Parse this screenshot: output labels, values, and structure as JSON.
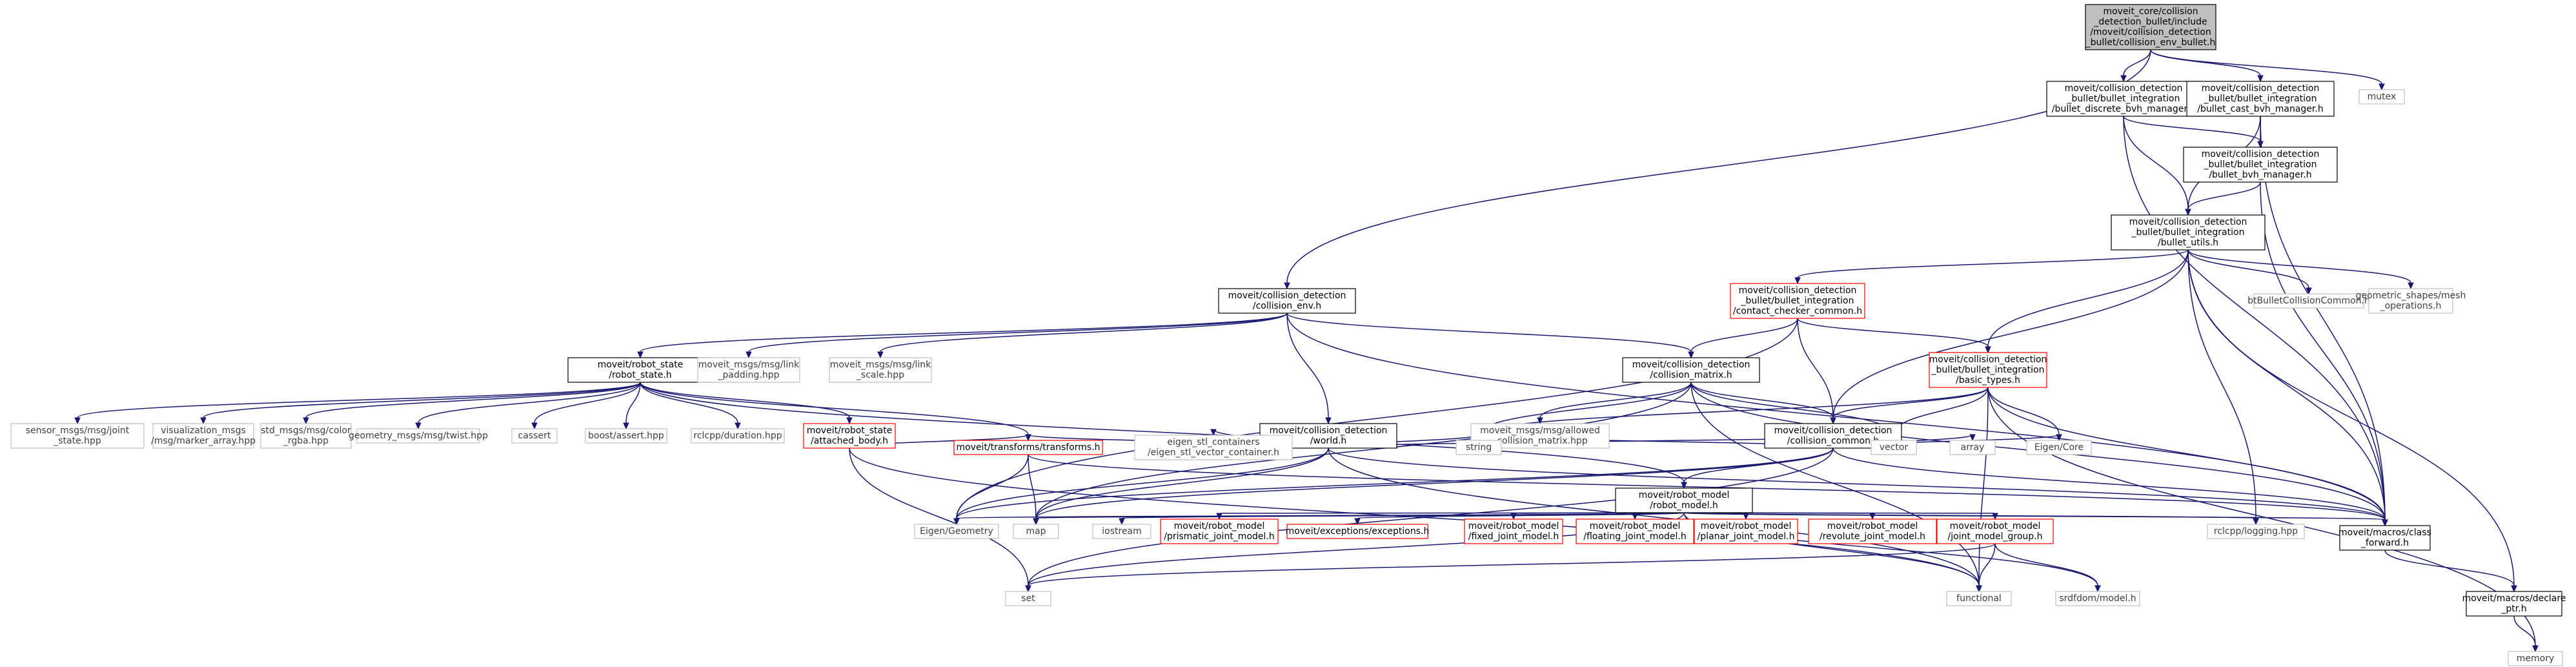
{
  "colors": {
    "edge": "#191970",
    "node_border": "#000000",
    "node_border_gray": "#bfbfbf",
    "node_border_red": "#ff0000",
    "root_fill": "#bfbfbf",
    "node_fill": "#ffffff",
    "gray_text": "#404040",
    "text": "#000000"
  },
  "nodes": [
    {
      "id": "root",
      "style": "root",
      "lines": [
        "moveit_core/collision",
        "_detection_bullet/include",
        "/moveit/collision_detection",
        "_bullet/collision_env_bullet.h"
      ]
    },
    {
      "id": "discrete",
      "style": "black",
      "lines": [
        "moveit/collision_detection",
        "_bullet/bullet_integration",
        "/bullet_discrete_bvh_manager.h"
      ]
    },
    {
      "id": "cast",
      "style": "black",
      "lines": [
        "moveit/collision_detection",
        "_bullet/bullet_integration",
        "/bullet_cast_bvh_manager.h"
      ]
    },
    {
      "id": "mutex",
      "style": "gray",
      "lines": [
        "mutex"
      ]
    },
    {
      "id": "bvh",
      "style": "black",
      "lines": [
        "moveit/collision_detection",
        "_bullet/bullet_integration",
        "/bullet_bvh_manager.h"
      ]
    },
    {
      "id": "utils",
      "style": "black",
      "lines": [
        "moveit/collision_detection",
        "_bullet/bullet_integration",
        "/bullet_utils.h"
      ]
    },
    {
      "id": "contact",
      "style": "red",
      "lines": [
        "moveit/collision_detection",
        "_bullet/bullet_integration",
        "/contact_checker_common.h"
      ]
    },
    {
      "id": "btcc",
      "style": "gray",
      "lines": [
        "btBulletCollisionCommon.h"
      ]
    },
    {
      "id": "mesh",
      "style": "gray",
      "lines": [
        "geometric_shapes/mesh",
        "_operations.h"
      ]
    },
    {
      "id": "cenv",
      "style": "black",
      "lines": [
        "moveit/collision_detection",
        "/collision_env.h"
      ]
    },
    {
      "id": "basic",
      "style": "red",
      "lines": [
        "moveit/collision_detection",
        "_bullet/bullet_integration",
        "/basic_types.h"
      ]
    },
    {
      "id": "rstate",
      "style": "black",
      "lines": [
        "moveit/robot_state",
        "/robot_state.h"
      ]
    },
    {
      "id": "linkpad",
      "style": "gray",
      "lines": [
        "moveit_msgs/msg/link",
        "_padding.hpp"
      ]
    },
    {
      "id": "linkscale",
      "style": "gray",
      "lines": [
        "moveit_msgs/msg/link",
        "_scale.hpp"
      ]
    },
    {
      "id": "cmatrix",
      "style": "black",
      "lines": [
        "moveit/collision_detection",
        "/collision_matrix.h"
      ]
    },
    {
      "id": "sensor",
      "style": "gray",
      "lines": [
        "sensor_msgs/msg/joint",
        "_state.hpp"
      ]
    },
    {
      "id": "vismsg",
      "style": "gray",
      "lines": [
        "visualization_msgs",
        "/msg/marker_array.hpp"
      ]
    },
    {
      "id": "color",
      "style": "gray",
      "lines": [
        "std_msgs/msg/color",
        "_rgba.hpp"
      ]
    },
    {
      "id": "twist",
      "style": "gray",
      "lines": [
        "geometry_msgs/msg/twist.hpp"
      ]
    },
    {
      "id": "cassert",
      "style": "gray",
      "lines": [
        "cassert"
      ]
    },
    {
      "id": "bassert",
      "style": "gray",
      "lines": [
        "boost/assert.hpp"
      ]
    },
    {
      "id": "duration",
      "style": "gray",
      "lines": [
        "rclcpp/duration.hpp"
      ]
    },
    {
      "id": "attached",
      "style": "red",
      "lines": [
        "moveit/robot_state",
        "/attached_body.h"
      ]
    },
    {
      "id": "world",
      "style": "black",
      "lines": [
        "moveit/collision_detection",
        "/world.h"
      ]
    },
    {
      "id": "allowed",
      "style": "gray",
      "lines": [
        "moveit_msgs/msg/allowed",
        "_collision_matrix.hpp"
      ]
    },
    {
      "id": "ccommon",
      "style": "black",
      "lines": [
        "moveit/collision_detection",
        "/collision_common.h"
      ]
    },
    {
      "id": "transforms",
      "style": "red",
      "lines": [
        "moveit/transforms/transforms.h"
      ]
    },
    {
      "id": "eigenstl",
      "style": "gray",
      "lines": [
        "eigen_stl_containers",
        "/eigen_stl_vector_container.h"
      ]
    },
    {
      "id": "string",
      "style": "gray",
      "lines": [
        "string"
      ]
    },
    {
      "id": "vector",
      "style": "gray",
      "lines": [
        "vector"
      ]
    },
    {
      "id": "array",
      "style": "gray",
      "lines": [
        "array"
      ]
    },
    {
      "id": "eigencore",
      "style": "gray",
      "lines": [
        "Eigen/Core"
      ]
    },
    {
      "id": "rmodel",
      "style": "black",
      "lines": [
        "moveit/robot_model",
        "/robot_model.h"
      ]
    },
    {
      "id": "eigengeo",
      "style": "gray",
      "lines": [
        "Eigen/Geometry"
      ]
    },
    {
      "id": "map",
      "style": "gray",
      "lines": [
        "map"
      ]
    },
    {
      "id": "iostream",
      "style": "gray",
      "lines": [
        "iostream"
      ]
    },
    {
      "id": "prismatic",
      "style": "red",
      "lines": [
        "moveit/robot_model",
        "/prismatic_joint_model.h"
      ]
    },
    {
      "id": "exceptions",
      "style": "red",
      "lines": [
        "moveit/exceptions/exceptions.h"
      ]
    },
    {
      "id": "fixed",
      "style": "red",
      "lines": [
        "moveit/robot_model",
        "/fixed_joint_model.h"
      ]
    },
    {
      "id": "floating",
      "style": "red",
      "lines": [
        "moveit/robot_model",
        "/floating_joint_model.h"
      ]
    },
    {
      "id": "planar",
      "style": "red",
      "lines": [
        "moveit/robot_model",
        "/planar_joint_model.h"
      ]
    },
    {
      "id": "revolute",
      "style": "red",
      "lines": [
        "moveit/robot_model",
        "/revolute_joint_model.h"
      ]
    },
    {
      "id": "jmg",
      "style": "red",
      "lines": [
        "moveit/robot_model",
        "/joint_model_group.h"
      ]
    },
    {
      "id": "logging",
      "style": "gray",
      "lines": [
        "rclcpp/logging.hpp"
      ]
    },
    {
      "id": "classfwd",
      "style": "black",
      "lines": [
        "moveit/macros/class",
        "_forward.h"
      ]
    },
    {
      "id": "set",
      "style": "gray",
      "lines": [
        "set"
      ]
    },
    {
      "id": "functional",
      "style": "gray",
      "lines": [
        "functional"
      ]
    },
    {
      "id": "srdfdom",
      "style": "gray",
      "lines": [
        "srdfdom/model.h"
      ]
    },
    {
      "id": "declareptr",
      "style": "black",
      "lines": [
        "moveit/macros/declare",
        "_ptr.h"
      ]
    },
    {
      "id": "memory",
      "style": "gray",
      "lines": [
        "memory"
      ]
    }
  ],
  "edges": [
    [
      "root",
      "discrete"
    ],
    [
      "root",
      "cast"
    ],
    [
      "root",
      "mutex"
    ],
    [
      "root",
      "cenv"
    ],
    [
      "discrete",
      "bvh"
    ],
    [
      "discrete",
      "utils"
    ],
    [
      "discrete",
      "classfwd"
    ],
    [
      "cast",
      "bvh"
    ],
    [
      "cast",
      "utils"
    ],
    [
      "cast",
      "classfwd"
    ],
    [
      "bvh",
      "utils"
    ],
    [
      "bvh",
      "classfwd"
    ],
    [
      "utils",
      "contact"
    ],
    [
      "utils",
      "btcc"
    ],
    [
      "utils",
      "mesh"
    ],
    [
      "utils",
      "basic"
    ],
    [
      "utils",
      "ccommon"
    ],
    [
      "utils",
      "logging"
    ],
    [
      "utils",
      "classfwd"
    ],
    [
      "utils",
      "declareptr"
    ],
    [
      "contact",
      "cmatrix"
    ],
    [
      "contact",
      "basic"
    ],
    [
      "contact",
      "ccommon"
    ],
    [
      "contact",
      "eigengeo"
    ],
    [
      "basic",
      "ccommon"
    ],
    [
      "basic",
      "eigencore"
    ],
    [
      "basic",
      "vector"
    ],
    [
      "basic",
      "functional"
    ],
    [
      "basic",
      "memory"
    ],
    [
      "basic",
      "classfwd"
    ],
    [
      "basic",
      "string"
    ],
    [
      "cenv",
      "rstate"
    ],
    [
      "cenv",
      "linkpad"
    ],
    [
      "cenv",
      "linkscale"
    ],
    [
      "cenv",
      "cmatrix"
    ],
    [
      "cenv",
      "world"
    ],
    [
      "cenv",
      "classfwd"
    ],
    [
      "rstate",
      "sensor"
    ],
    [
      "rstate",
      "vismsg"
    ],
    [
      "rstate",
      "color"
    ],
    [
      "rstate",
      "twist"
    ],
    [
      "rstate",
      "cassert"
    ],
    [
      "rstate",
      "bassert"
    ],
    [
      "rstate",
      "duration"
    ],
    [
      "rstate",
      "attached"
    ],
    [
      "rstate",
      "transforms"
    ],
    [
      "rstate",
      "rmodel"
    ],
    [
      "cmatrix",
      "allowed"
    ],
    [
      "cmatrix",
      "ccommon"
    ],
    [
      "cmatrix",
      "string"
    ],
    [
      "cmatrix",
      "vector"
    ],
    [
      "cmatrix",
      "map"
    ],
    [
      "cmatrix",
      "functional"
    ],
    [
      "cmatrix",
      "classfwd"
    ],
    [
      "world",
      "transforms"
    ],
    [
      "world",
      "eigenstl"
    ],
    [
      "world",
      "eigengeo"
    ],
    [
      "world",
      "string"
    ],
    [
      "world",
      "vector"
    ],
    [
      "world",
      "map"
    ],
    [
      "world",
      "classfwd"
    ],
    [
      "world",
      "functional"
    ],
    [
      "attached",
      "transforms"
    ],
    [
      "attached",
      "set"
    ],
    [
      "attached",
      "functional"
    ],
    [
      "transforms",
      "eigengeo"
    ],
    [
      "transforms",
      "map"
    ],
    [
      "transforms",
      "classfwd"
    ],
    [
      "ccommon",
      "rmodel"
    ],
    [
      "ccommon",
      "array"
    ],
    [
      "ccommon",
      "eigencore"
    ],
    [
      "ccommon",
      "vector"
    ],
    [
      "ccommon",
      "string"
    ],
    [
      "ccommon",
      "map"
    ],
    [
      "ccommon",
      "set"
    ],
    [
      "ccommon",
      "classfwd"
    ],
    [
      "ccommon",
      "eigengeo"
    ],
    [
      "rmodel",
      "eigengeo"
    ],
    [
      "rmodel",
      "map"
    ],
    [
      "rmodel",
      "iostream"
    ],
    [
      "rmodel",
      "prismatic"
    ],
    [
      "rmodel",
      "exceptions"
    ],
    [
      "rmodel",
      "fixed"
    ],
    [
      "rmodel",
      "floating"
    ],
    [
      "rmodel",
      "planar"
    ],
    [
      "rmodel",
      "revolute"
    ],
    [
      "rmodel",
      "jmg"
    ],
    [
      "rmodel",
      "logging"
    ],
    [
      "rmodel",
      "classfwd"
    ],
    [
      "rmodel",
      "srdfdom"
    ],
    [
      "rmodel",
      "set"
    ],
    [
      "rmodel",
      "functional"
    ],
    [
      "jmg",
      "functional"
    ],
    [
      "jmg",
      "set"
    ],
    [
      "jmg",
      "srdfdom"
    ],
    [
      "classfwd",
      "declareptr"
    ],
    [
      "declareptr",
      "memory"
    ]
  ]
}
